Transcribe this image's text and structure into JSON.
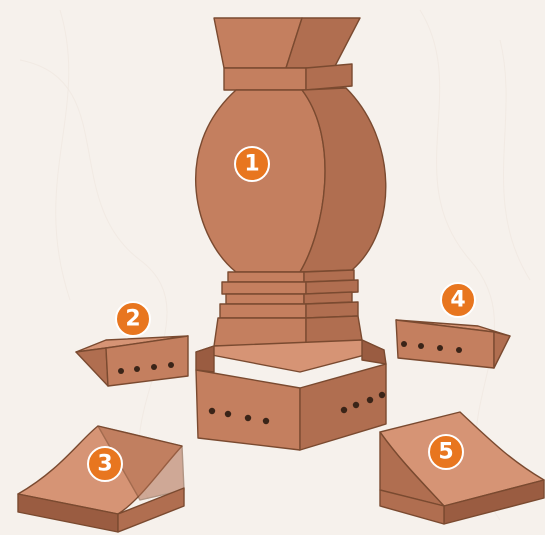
{
  "labels": [
    {
      "id": "1"
    },
    {
      "id": "2"
    },
    {
      "id": "3"
    },
    {
      "id": "4"
    },
    {
      "id": "5"
    }
  ],
  "colors": {
    "background": "#f6f1ec",
    "wood": "#c47f5f",
    "wood_shadow": "#b06e50",
    "outline": "#7a4a30",
    "badge": "#e8761f"
  }
}
